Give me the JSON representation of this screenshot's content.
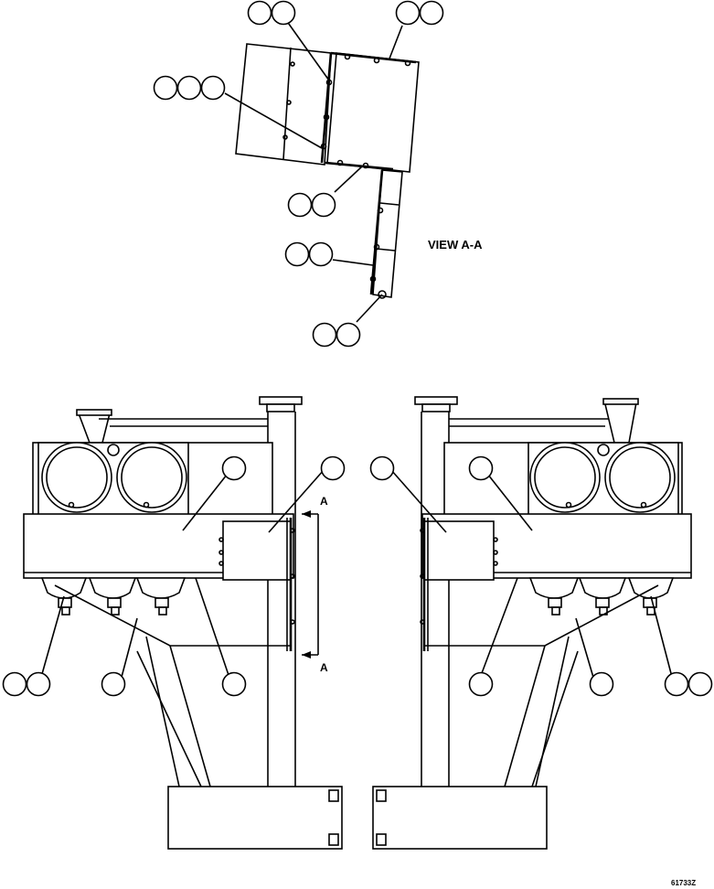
{
  "view_label": "VIEW A-A",
  "section_marker_top": "A",
  "section_marker_bottom": "A",
  "drawing_number": "61733Z"
}
